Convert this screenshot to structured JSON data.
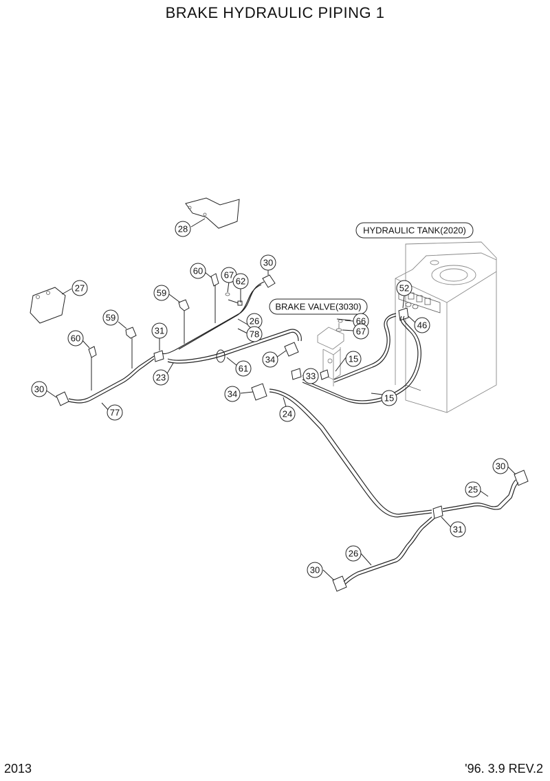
{
  "title": "BRAKE HYDRAULIC PIPING 1",
  "page_number": "2013",
  "revision": "'96. 3.9  REV.2",
  "assemblies": {
    "hydraulic_tank": "HYDRAULIC TANK(2020)",
    "brake_valve": "BRAKE VALVE(3030)"
  },
  "callouts": {
    "c28": "28",
    "c27": "27",
    "c30a": "30",
    "c60a": "60",
    "c67a": "67",
    "c62": "62",
    "c59a": "59",
    "c59b": "59",
    "c31a": "31",
    "c60b": "60",
    "c26a": "26",
    "c78": "78",
    "c30b": "30",
    "c77": "77",
    "c23": "23",
    "c61": "61",
    "c34a": "34",
    "c66": "66",
    "c67b": "67",
    "c52": "52",
    "c46": "46",
    "c15a": "15",
    "c33": "33",
    "c15b": "15",
    "c34b": "34",
    "c24": "24",
    "c30c": "30",
    "c25": "25",
    "c31b": "31",
    "c26b": "26",
    "c30d": "30"
  }
}
